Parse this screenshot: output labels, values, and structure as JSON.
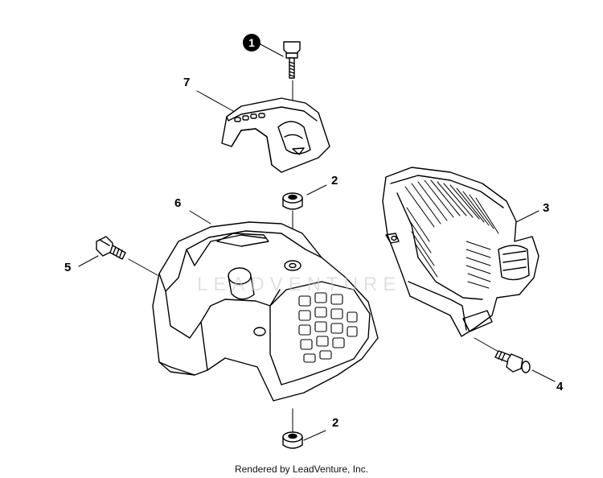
{
  "callouts": {
    "c1": "1",
    "c2a": "2",
    "c2b": "2",
    "c3": "3",
    "c4": "4",
    "c5": "5",
    "c6": "6",
    "c7": "7"
  },
  "watermark": "LEADVENTURE",
  "footer": "Rendered by LeadVenture, Inc."
}
